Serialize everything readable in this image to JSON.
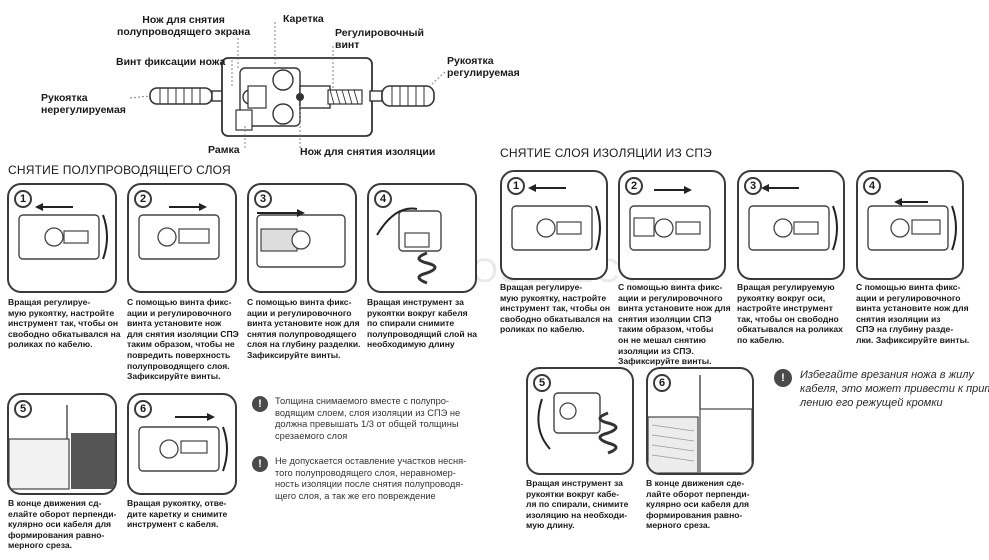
{
  "diagram": {
    "labels": {
      "knife_semi": "Нож для снятия\nполупроводящего экрана",
      "carriage": "Каретка",
      "adjust_screw": "Регулировочный\nвинт",
      "knife_fix_screw": "Винт фиксации ножа",
      "handle_adjust": "Рукоятка\nрегулируемая",
      "handle_fixed": "Рукоятка\nнерегулируемая",
      "frame": "Рамка",
      "knife_insulation": "Нож для снятия изоляции"
    }
  },
  "watermark": "ROSELECTRIC",
  "left_section": {
    "title": "СНЯТИЕ ПОЛУПРОВОДЯЩЕГО СЛОЯ",
    "steps": [
      {
        "num": "1",
        "text": "Вращая регулируе-\nмую рукоятку, настройте\nинструмент так, чтобы он\nсвободно обкатывался на\nроликах по кабелю."
      },
      {
        "num": "2",
        "text": "С помощью винта фикс-\nации и регулировочного\nвинта установите нож\nдля снятия изоляции СПЭ\nтаким образом, чтобы не\nповредить поверхность\nполупроводящего слоя.\nЗафиксируйте винты."
      },
      {
        "num": "3",
        "text": "С помощью винта фикс-\nации и регулировочного\nвинта установите нож для\nснятия полупроводящего\nслоя на глубину разделки.\nЗафиксируйте винты."
      },
      {
        "num": "4",
        "text": "Вращая инструмент за\nрукоятки вокруг кабеля\nпо спирали снимите\nполупроводящий слой на\nнеобходимую длину"
      },
      {
        "num": "5",
        "text": "В конце движения сд-\nелайте оборот перпенди-\nкулярно оси кабеля для\nформирования равно-\nмерного среза."
      },
      {
        "num": "6",
        "text": "Вращая рукоятку, отве-\nдите каретку и снимите\nинструмент с кабеля."
      }
    ],
    "notes": [
      {
        "icon": "!",
        "text": "Толщина снимаемого вместе с полупро-\nводящим слоем, слоя изоляции из СПЭ не\nдолжна превышать 1/3 от общей толщины\nсрезаемого слоя"
      },
      {
        "icon": "!",
        "text": "Не допускается оставление участков несня-\nтого полупроводящего слоя, неравномер-\nность изоляции после снятия полупроводя-\nщего слоя, а так же его повреждение"
      }
    ]
  },
  "right_section": {
    "title": "СНЯТИЕ СЛОЯ ИЗОЛЯЦИИ ИЗ СПЭ",
    "steps": [
      {
        "num": "1",
        "text": "Вращая регулируе-\nмую рукоятку, настройте\nинструмент так, чтобы он\nсвободно обкатывался на\nроликах по кабелю."
      },
      {
        "num": "2",
        "text": "С помощью винта фикс-\nации и регулировочного\nвинта установите нож для\nснятия изоляции СПЭ\nтаким образом, чтобы\nон не мешал снятию\nизоляции из СПЭ.\nЗафиксируйте винты."
      },
      {
        "num": "3",
        "text": "Вращая регулируемую\nрукоятку вокруг оси,\nнастройте инструмент\nтак, чтобы он свободно\nобкатывался на роликах\nпо кабелю."
      },
      {
        "num": "4",
        "text": "С помощью винта фикс-\nации и регулировочного\nвинта установите нож для\nснятия изоляции из\nСПЭ на глубину разде-\nлки. Зафиксируйте винты."
      },
      {
        "num": "5",
        "text": "Вращая инструмент за\nрукоятки вокруг кабе-\nля по спирали, снимите\nизоляцию на необходи-\nмую длину."
      },
      {
        "num": "6",
        "text": "В конце движения сде-\nлайте оборот перпенди-\nкулярно оси кабеля для\nформирования равно-\nмерного среза."
      }
    ],
    "warning": {
      "icon": "!",
      "text": "Избегайте врезания ножа в жилу\nкабеля, это может привести к притуп-\nлению его режущей кромки"
    }
  }
}
